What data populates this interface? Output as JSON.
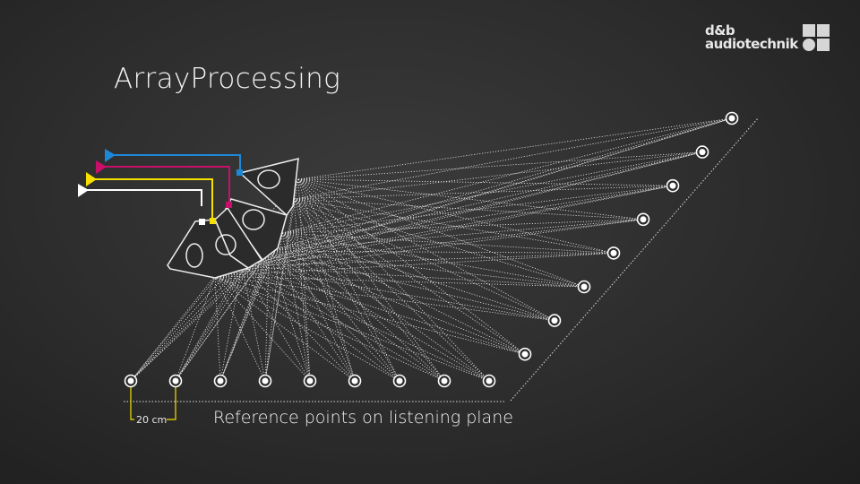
{
  "title": "ArrayProcessing",
  "logo": {
    "line1": "d&b",
    "line2": "audiotechnik"
  },
  "caption": "Reference points on listening plane",
  "dimension_label": "20 cm",
  "colors": {
    "blue": "#1e88d8",
    "magenta": "#c8106a",
    "yellow": "#f5e000",
    "white": "#ffffff"
  },
  "reference_points": {
    "bottom_row_count": 9,
    "diagonal_row_count": 8
  }
}
